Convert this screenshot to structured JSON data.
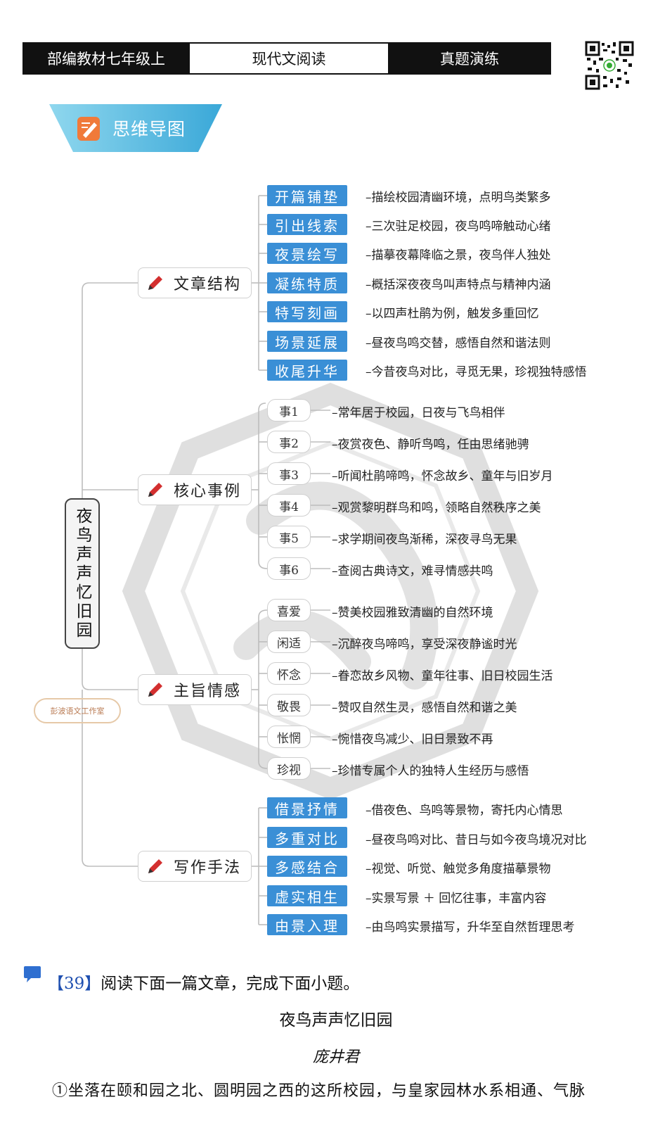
{
  "header": {
    "left": "部编教材七年级上",
    "middle": "现代文阅读",
    "right": "真题演练"
  },
  "banner": {
    "label": "思维导图"
  },
  "root": {
    "title": "夜鸟声声忆旧园"
  },
  "stamp": {
    "label": "彭波语文工作室"
  },
  "branches": [
    {
      "label": "文章结构"
    },
    {
      "label": "核心事例"
    },
    {
      "label": "主旨情感"
    },
    {
      "label": "写作手法"
    }
  ],
  "structure": [
    {
      "tag": "开篇铺垫",
      "desc": "–描绘校园清幽环境，点明鸟类繁多"
    },
    {
      "tag": "引出线索",
      "desc": "–三次驻足校园，夜鸟鸣啼触动心绪"
    },
    {
      "tag": "夜景绘写",
      "desc": "–描摹夜幕降临之景，夜鸟伴人独处"
    },
    {
      "tag": "凝练特质",
      "desc": "–概括深夜夜鸟叫声特点与精神内涵"
    },
    {
      "tag": "特写刻画",
      "desc": "–以四声杜鹃为例，触发多重回忆"
    },
    {
      "tag": "场景延展",
      "desc": "–昼夜鸟鸣交替，感悟自然和谐法则"
    },
    {
      "tag": "收尾升华",
      "desc": "–今昔夜鸟对比，寻觅无果，珍视独特感悟"
    }
  ],
  "events": [
    {
      "tag": "事1",
      "desc": "–常年居于校园，日夜与飞鸟相伴"
    },
    {
      "tag": "事2",
      "desc": "–夜赏夜色、静听鸟鸣，任由思绪驰骋"
    },
    {
      "tag": "事3",
      "desc": "–听闻杜鹃啼鸣，怀念故乡、童年与旧岁月"
    },
    {
      "tag": "事4",
      "desc": "–观赏黎明群鸟和鸣，领略自然秩序之美"
    },
    {
      "tag": "事5",
      "desc": "–求学期间夜鸟渐稀，深夜寻鸟无果"
    },
    {
      "tag": "事6",
      "desc": "–查阅古典诗文，难寻情感共鸣"
    }
  ],
  "emotions": [
    {
      "tag": "喜爱",
      "desc": "–赞美校园雅致清幽的自然环境"
    },
    {
      "tag": "闲适",
      "desc": "–沉醉夜鸟啼鸣，享受深夜静谧时光"
    },
    {
      "tag": "怀念",
      "desc": "–眷恋故乡风物、童年往事、旧日校园生活"
    },
    {
      "tag": "敬畏",
      "desc": "–赞叹自然生灵，感悟自然和谐之美"
    },
    {
      "tag": "怅惘",
      "desc": "–惋惜夜鸟减少、旧日景致不再"
    },
    {
      "tag": "珍视",
      "desc": "–珍惜专属个人的独特人生经历与感悟"
    }
  ],
  "techniques": [
    {
      "tag": "借景抒情",
      "desc": "–借夜色、鸟鸣等景物，寄托内心情思"
    },
    {
      "tag": "多重对比",
      "desc": "–昼夜鸟鸣对比、昔日与如今夜鸟境况对比"
    },
    {
      "tag": "多感结合",
      "desc": "–视觉、听觉、触觉多角度描摹景物"
    },
    {
      "tag": "虚实相生",
      "desc": "–实景写景 ＋ 回忆往事，丰富内容"
    },
    {
      "tag": "由景入理",
      "desc": "–由鸟鸣实景描写，升华至自然哲理思考"
    }
  ],
  "question": {
    "number": "【39】",
    "instruction": "阅读下面一篇文章，完成下面小题。",
    "title": "夜鸟声声忆旧园",
    "author": "庞井君",
    "first_line": "①坐落在颐和园之北、圆明园之西的这所校园，与皇家园林水系相通、气脉"
  }
}
